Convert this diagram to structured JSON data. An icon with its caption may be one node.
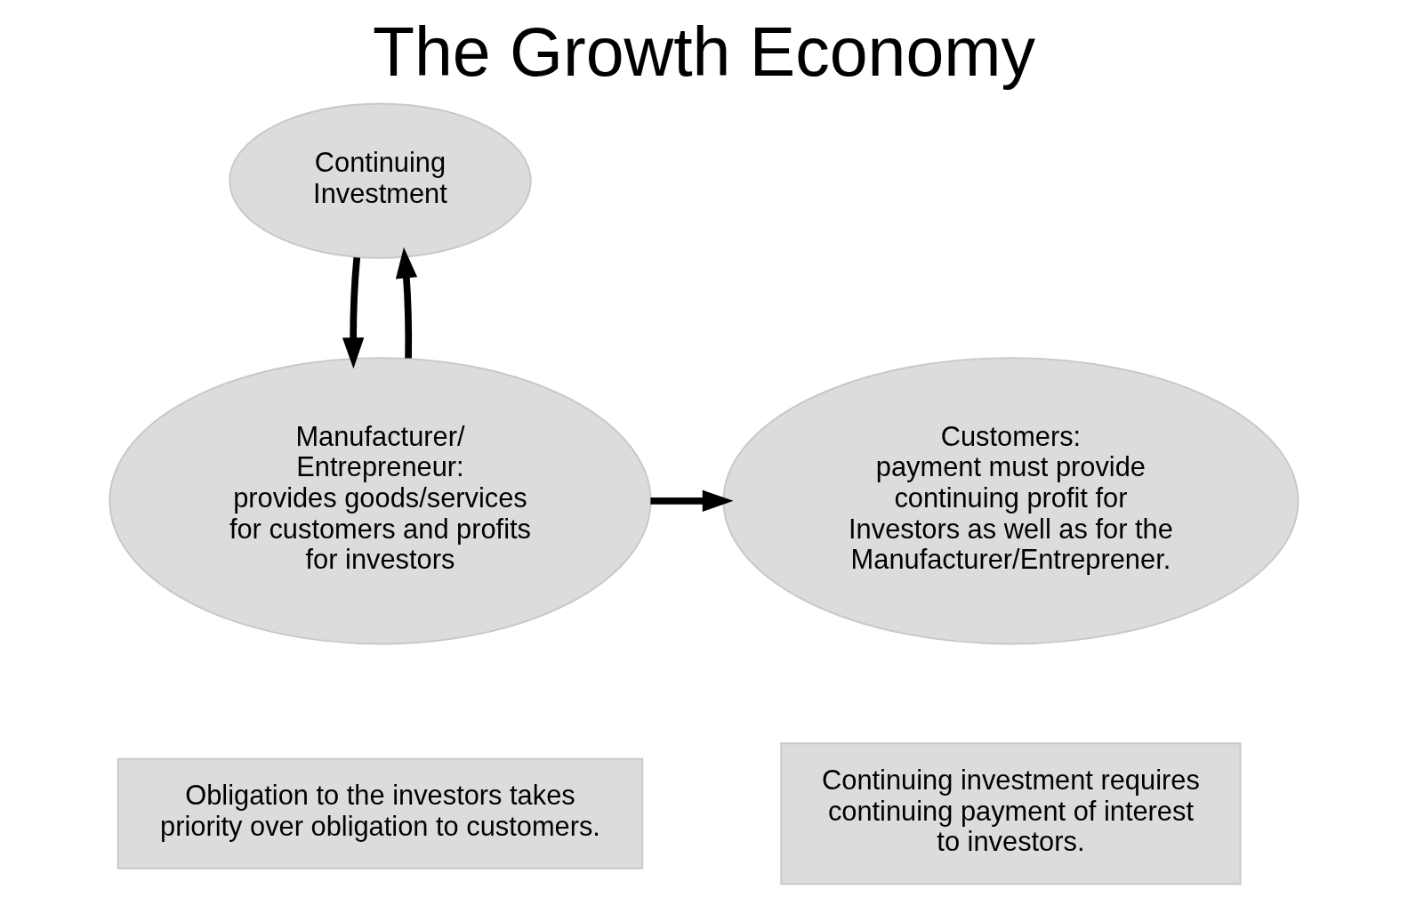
{
  "diagram": {
    "title": "The Growth Economy",
    "nodes": [
      {
        "text": [
          "Continuing Investment"
        ]
      },
      {
        "text": [
          "Manufacturer/ Entrepreneur:",
          "provides goods/services for customers and profits for investors"
        ]
      },
      {
        "text": [
          "Customers:",
          "payment must provide continuing profit for Investors as well as for the Manufacturer/Entreprener."
        ]
      },
      {
        "text": [
          "Obligation to the investors takes priority over obligation to customers."
        ]
      },
      {
        "text": [
          "Continuing investment requires continuing payment of interest to investors."
        ]
      }
    ],
    "edges": [
      {
        "from": 0,
        "to": 1,
        "arrow": "to"
      },
      {
        "from": 1,
        "to": 2,
        "arrow": "to"
      },
      {
        "from": 1,
        "to": 0,
        "arrow": "to"
      }
    ]
  }
}
